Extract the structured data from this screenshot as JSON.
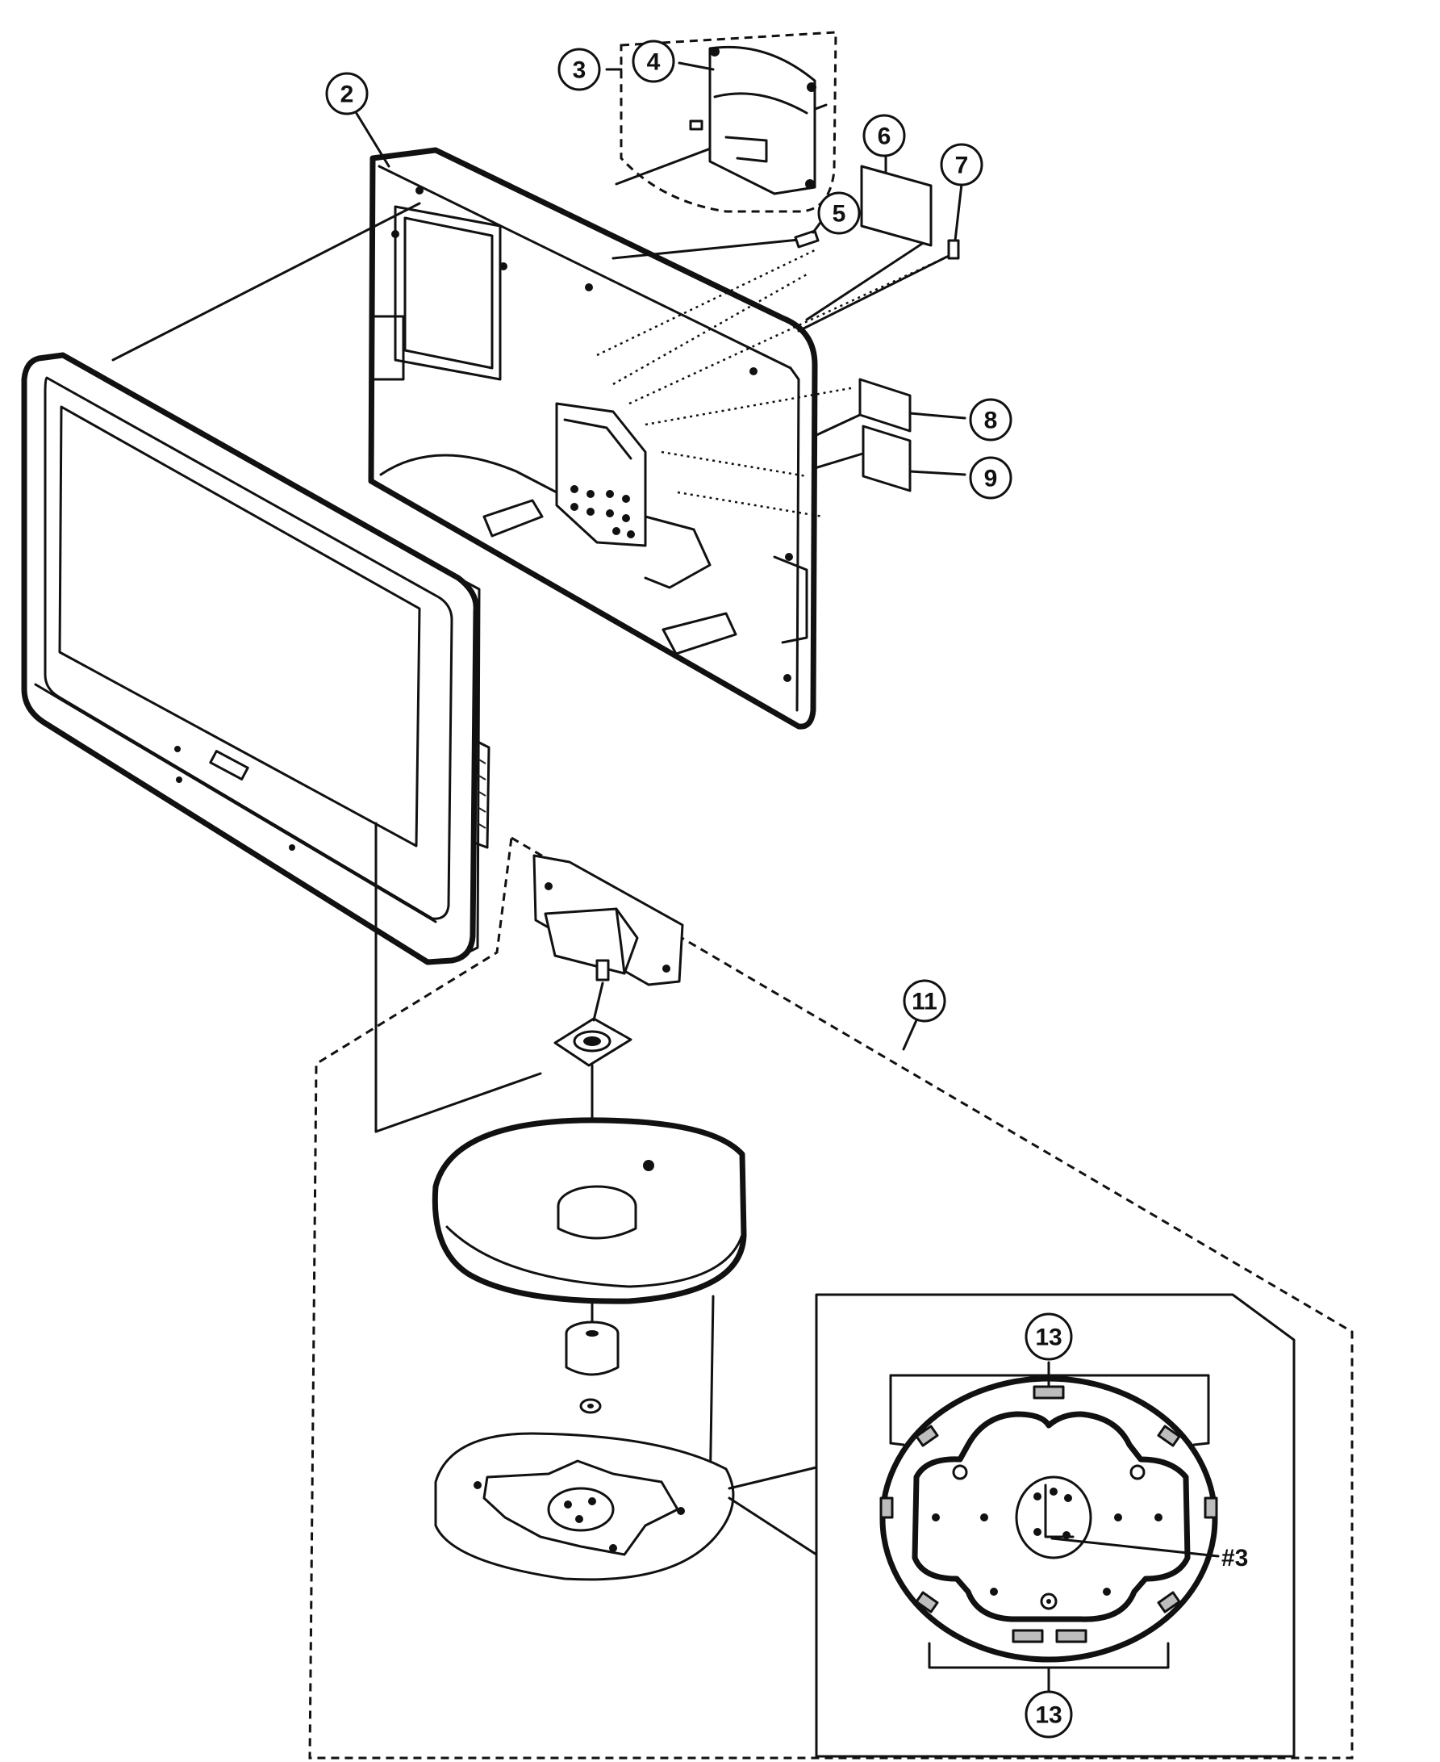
{
  "callouts": {
    "c2": "2",
    "c3": "3",
    "c4": "4",
    "c5": "5",
    "c6": "6",
    "c7": "7",
    "c8": "8",
    "c9": "9",
    "c11": "11",
    "c13_top": "13",
    "c13_bottom": "13"
  },
  "notes": {
    "screw_label": "#3"
  }
}
